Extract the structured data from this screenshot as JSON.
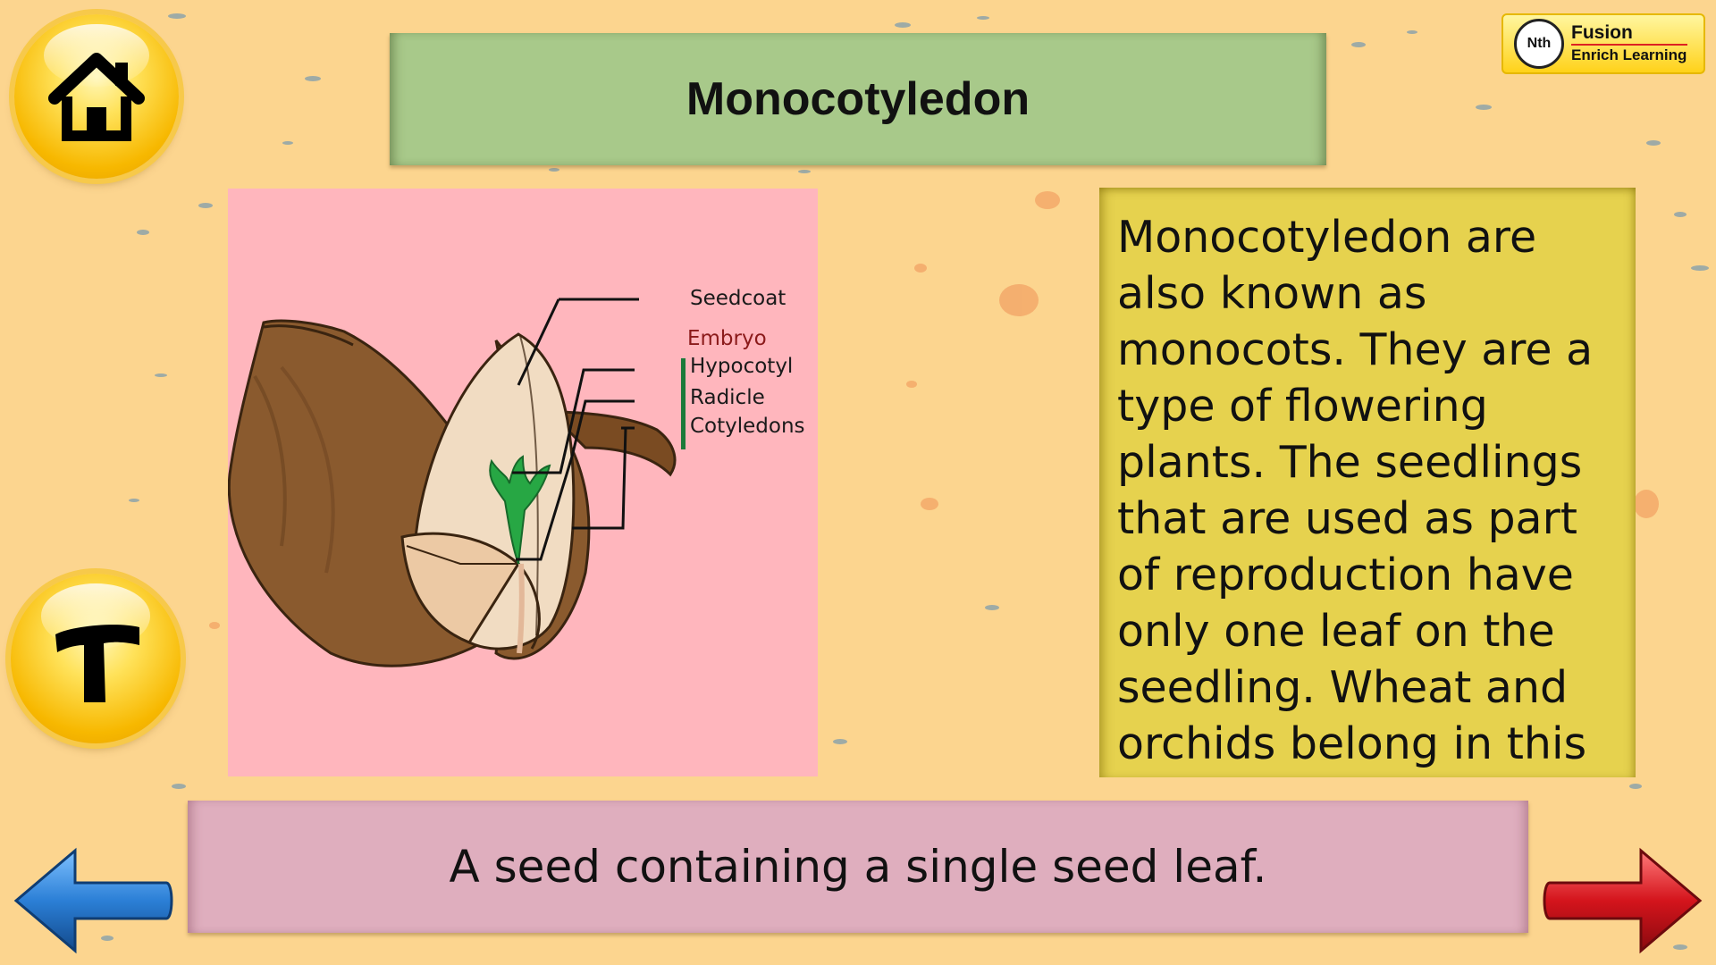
{
  "title": "Monocotyledon",
  "logo": {
    "mark": "Nth",
    "name": "Fusion",
    "tagline": "Enrich Learning"
  },
  "diagram": {
    "labels": {
      "seedcoat": "Seedcoat",
      "embryo": "Embryo",
      "hypocotyl": "Hypocotyl",
      "radicle": "Radicle",
      "cotyledons": "Cotyledons"
    }
  },
  "description": "Monocotyledon are also known as monocots. They are a type of flowering plants. The seedlings that are used as part of reproduction have only one leaf on the seedling. Wheat and orchids belong in this",
  "caption": "A seed containing a single seed leaf.",
  "icons": {
    "home": "home-icon",
    "text": "text-icon",
    "prev": "arrow-left-icon",
    "next": "arrow-right-icon"
  },
  "colors": {
    "background": "#fcd58f",
    "title_bar": "#a8c98a",
    "description_box": "#e6d24e",
    "caption_bar": "#dfaebe",
    "diagram_bg": "#ffb6bd",
    "prev_arrow": "#2b7fd6",
    "next_arrow": "#d4141c"
  }
}
